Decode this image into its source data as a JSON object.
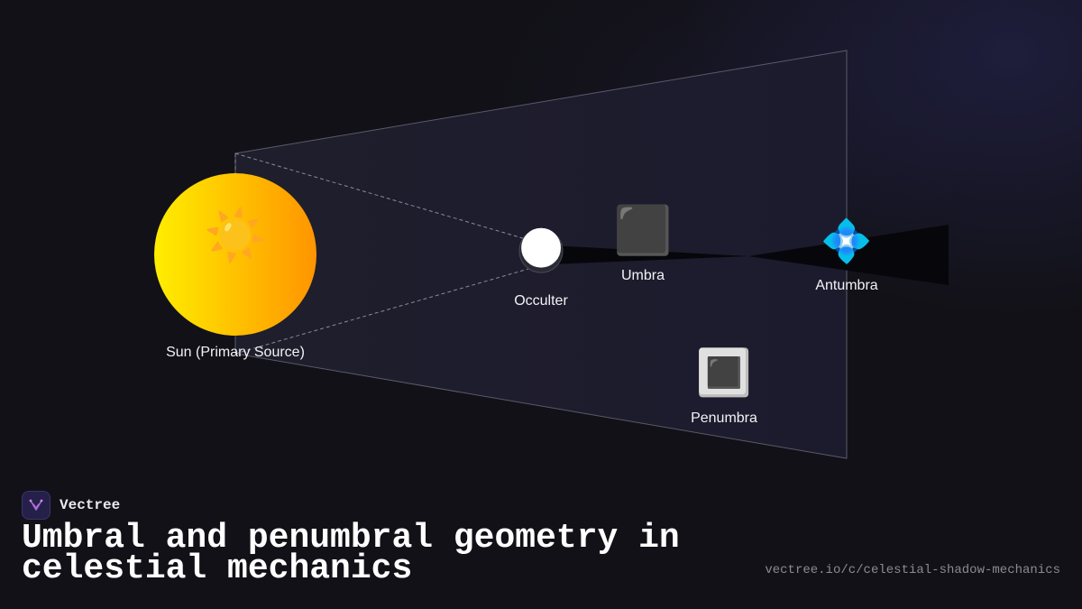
{
  "diagram": {
    "nodes": [
      {
        "id": "sun",
        "label": "Sun (Primary Source)",
        "icon": "sun-emoji",
        "glyph": "☀️",
        "colors": [
          "#ffee00",
          "#ff9500"
        ]
      },
      {
        "id": "occulter",
        "label": "Occulter",
        "icon": "new-moon-emoji",
        "glyph": "🌑"
      },
      {
        "id": "umbra",
        "label": "Umbra",
        "icon": "black-square-emoji",
        "glyph": "⬛"
      },
      {
        "id": "antumbra",
        "label": "Antumbra",
        "icon": "diamond-with-dot-emoji",
        "glyph": "💠"
      },
      {
        "id": "penumbra",
        "label": "Penumbra",
        "icon": "square-button-emoji",
        "glyph": "🔳"
      }
    ]
  },
  "brand": {
    "name": "Vectree",
    "logo_icon": "vectree-logo-icon",
    "logo_color": "#b06ad8"
  },
  "title": "Umbral and penumbral geometry in celestial mechanics",
  "url": "vectree.io/c/celestial-shadow-mechanics",
  "colors": {
    "background": "#121117",
    "penumbra_fill": "#1e1d2b",
    "umbra_fill": "#000000"
  }
}
